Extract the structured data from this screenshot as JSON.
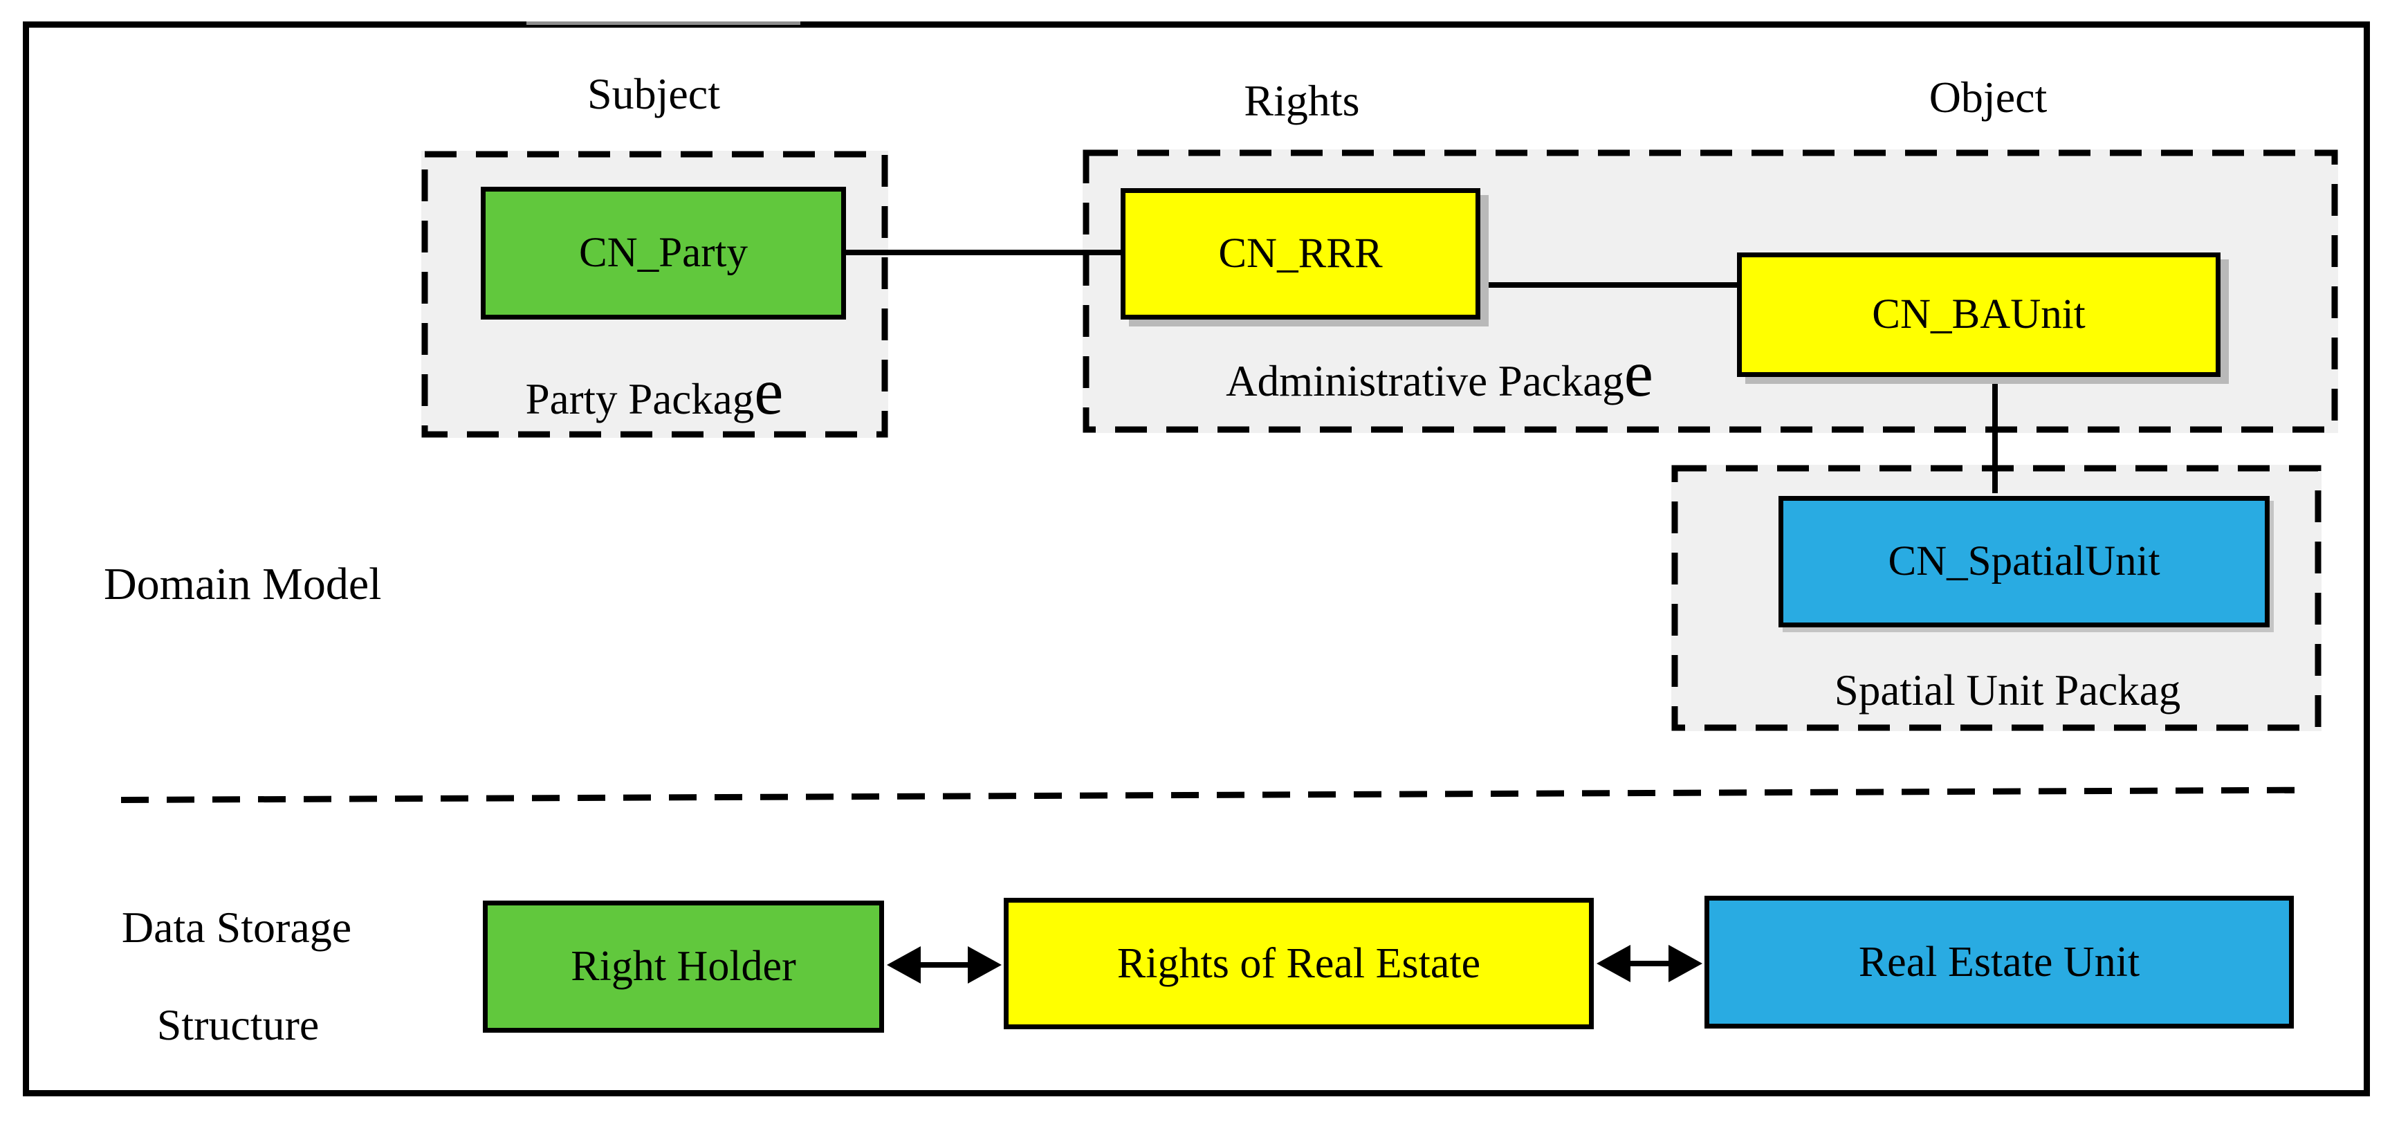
{
  "columns": {
    "subject": "Subject",
    "rights": "Rights",
    "object": "Object"
  },
  "section_labels": {
    "domain_model": "Domain Model",
    "data_storage_line1": "Data Storage",
    "data_storage_line2": "Structure"
  },
  "domain_model": {
    "party_package": {
      "label_main": "Party Packag",
      "label_suffix_large": "e",
      "class_box": "CN_Party"
    },
    "administrative_package": {
      "label_main": "Administrative Packag",
      "label_suffix_large": "e",
      "class_box_rrr": "CN_RRR",
      "class_box_baunit": "CN_BAUnit"
    },
    "spatial_package": {
      "label_main": "Spatial Unit Packag",
      "label_suffix_large": "",
      "class_box": "CN_SpatialUnit"
    }
  },
  "data_storage": {
    "right_holder": "Right Holder",
    "rights_of_real_estate": "Rights of Real Estate",
    "real_estate_unit": "Real Estate Unit"
  },
  "colors": {
    "party_green": "#61C83D",
    "rrr_yellow": "#FFFF00",
    "unit_blue": "#29ABE2",
    "package_fill": "#F0F0F0"
  }
}
